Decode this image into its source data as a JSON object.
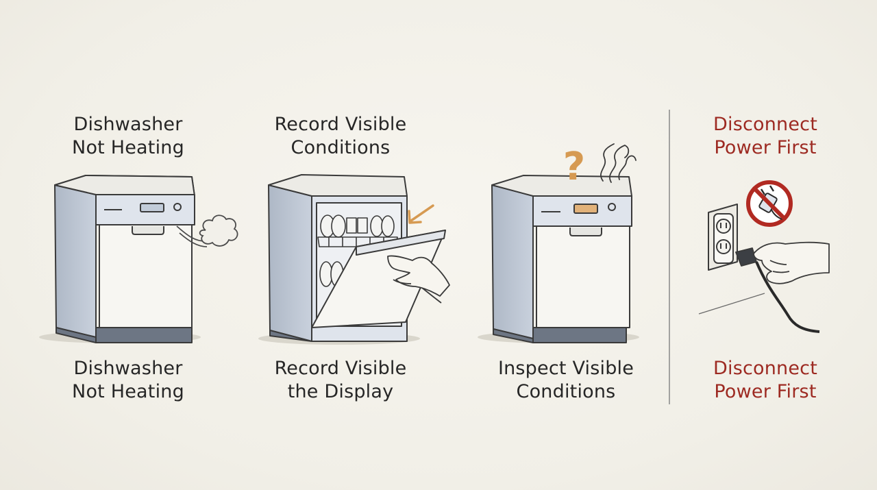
{
  "panels": [
    {
      "top_label": "Dishwasher\nNot Heating",
      "bottom_label": "Dishwasher\nNot Heating"
    },
    {
      "top_label": "Record Visible\nConditions",
      "bottom_label": "Record Visible\nthe Display"
    },
    {
      "top_label": "",
      "bottom_label": "Inspect Visible\nConditions"
    },
    {
      "top_label": "Disconnect\nPower First",
      "bottom_label": "Disconnect\nPower First"
    }
  ],
  "icons": {
    "question_mark": "?"
  },
  "colors": {
    "background": "#f3f1ea",
    "appliance_body": "#c9d1dd",
    "appliance_front": "#f7f6f2",
    "warning_red": "#9d2a22",
    "accent_orange": "#d69a52",
    "ink": "#2a2a2a"
  }
}
